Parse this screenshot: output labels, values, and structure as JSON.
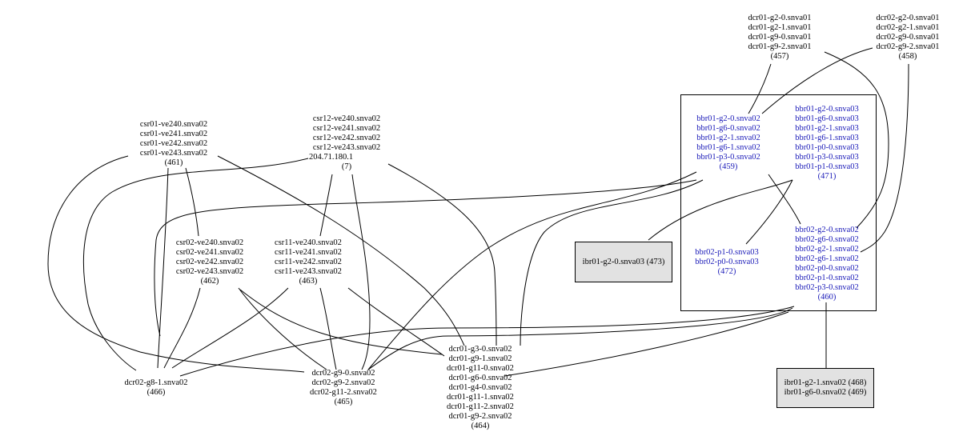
{
  "nodes": {
    "n457": {
      "lines": [
        "dcr01-g2-0.snva01",
        "dcr01-g2-1.snva01",
        "dcr01-g9-0.snva01",
        "dcr01-g9-2.snva01",
        "(457)"
      ]
    },
    "n458": {
      "lines": [
        "dcr02-g2-0.snva01",
        "dcr02-g2-1.snva01",
        "dcr02-g9-0.snva01",
        "dcr02-g9-2.snva01",
        "(458)"
      ]
    },
    "n461": {
      "lines": [
        "csr01-ve240.snva02",
        "csr01-ve241.snva02",
        "csr01-ve242.snva02",
        "csr01-ve243.snva02",
        "(461)"
      ]
    },
    "n7": {
      "lines": [
        "csr12-ve240.snva02",
        "csr12-ve241.snva02",
        "csr12-ve242.snva02",
        "csr12-ve243.snva02",
        "204.71.180.1",
        "(7)"
      ]
    },
    "n459": {
      "lines": [
        "bbr01-g2-0.snva02",
        "bbr01-g6-0.snva02",
        "bbr01-g2-1.snva02",
        "bbr01-g6-1.snva02",
        "bbr01-p3-0.snva02",
        "(459)"
      ]
    },
    "n471": {
      "lines": [
        "bbr01-g2-0.snva03",
        "bbr01-g6-0.snva03",
        "bbr01-g2-1.snva03",
        "bbr01-g6-1.snva03",
        "bbr01-p0-0.snva03",
        "bbr01-p3-0.snva03",
        "bbr01-p1-0.snva03",
        "(471)"
      ]
    },
    "n462": {
      "lines": [
        "csr02-ve240.snva02",
        "csr02-ve241.snva02",
        "csr02-ve242.snva02",
        "csr02-ve243.snva02",
        "(462)"
      ]
    },
    "n463": {
      "lines": [
        "csr11-ve240.snva02",
        "csr11-ve241.snva02",
        "csr11-ve242.snva02",
        "csr11-ve243.snva02",
        "(463)"
      ]
    },
    "n473": {
      "lines": [
        "ibr01-g2-0.snva03 (473)"
      ]
    },
    "n472": {
      "lines": [
        "bbr02-p1-0.snva03",
        "bbr02-p0-0.snva03",
        "(472)"
      ]
    },
    "n460": {
      "lines": [
        "bbr02-g2-0.snva02",
        "bbr02-g6-0.snva02",
        "bbr02-g2-1.snva02",
        "bbr02-g6-1.snva02",
        "bbr02-p0-0.snva02",
        "bbr02-p1-0.snva02",
        "bbr02-p3-0.snva02",
        "(460)"
      ]
    },
    "n468": {
      "lines": [
        "ibr01-g2-1.snva02 (468)",
        "ibr01-g6-0.snva02 (469)"
      ]
    },
    "n466": {
      "lines": [
        "dcr02-g8-1.snva02",
        "(466)"
      ]
    },
    "n465": {
      "lines": [
        "dcr02-g9-0.snva02",
        "dcr02-g9-2.snva02",
        "dcr02-g11-2.snva02",
        "(465)"
      ]
    },
    "n464": {
      "lines": [
        "dcr01-g3-0.snva02",
        "dcr01-g9-1.snva02",
        "dcr01-g11-0.snva02",
        "dcr01-g6-0.snva02",
        "dcr01-g4-0.snva02",
        "dcr01-g11-1.snva02",
        "dcr01-g11-2.snva02",
        "dcr01-g9-2.snva02",
        "(464)"
      ]
    }
  },
  "colors": {
    "blue_text": "#1a1ab8",
    "box_fill": "#e2e2e2",
    "edge": "#000000"
  }
}
